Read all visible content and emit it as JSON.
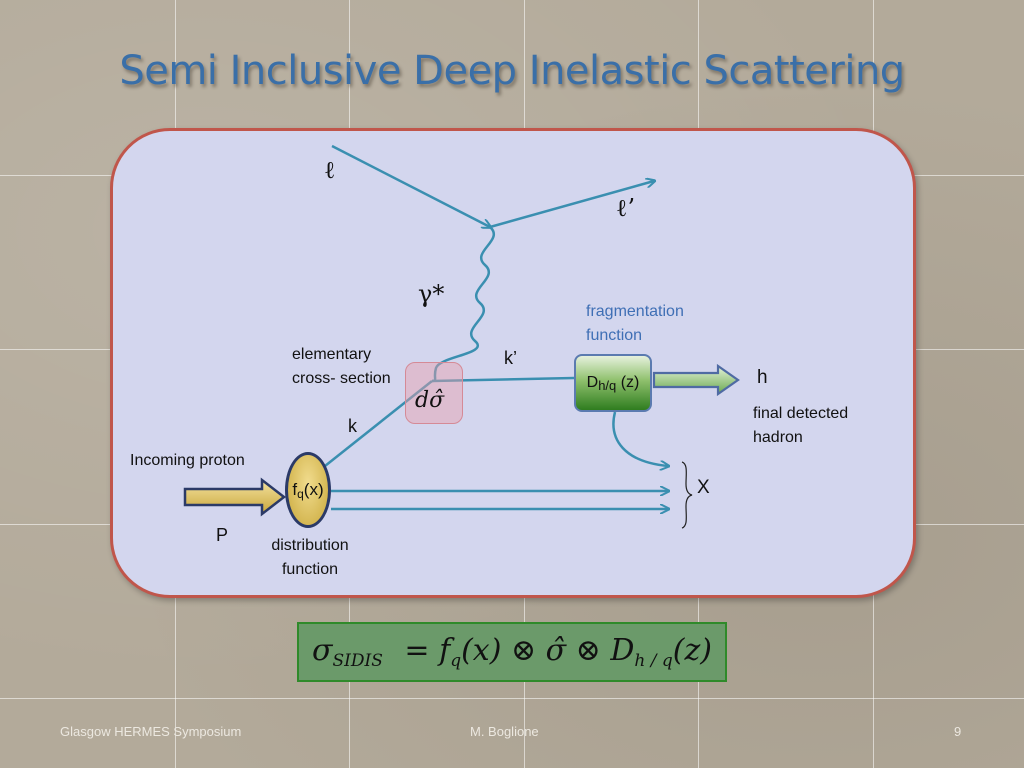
{
  "slide": {
    "title": "Semi Inclusive Deep Inelastic Scattering",
    "labels": {
      "lepton_in": "ℓ",
      "lepton_out": "ℓ’",
      "photon": "γ*",
      "fragmentation_line1": "fragmentation",
      "fragmentation_line2": "function",
      "elementary_line1": "elementary",
      "elementary_line2": "cross- section",
      "k_prime": "k’",
      "k": "k",
      "incoming_proton": "Incoming proton",
      "P": "P",
      "distribution_line1": "distribution",
      "distribution_line2": "function",
      "h": "h",
      "final_line1": "final detected",
      "final_line2": "hadron",
      "X": "X"
    },
    "parton_distribution": {
      "f": "f",
      "sub": "q",
      "arg": "(x)"
    },
    "fragmentation_box": {
      "D": "D",
      "sub": "h/q",
      "arg": " (z)"
    },
    "vertex_symbol": "dσ̂",
    "formula": {
      "sigma": "σ",
      "sigma_sub": "SIDIS",
      "rhs_f": "= f",
      "rhs_f_sub": "q",
      "rhs_x": "(x) ⊗ σ̂ ⊗ D",
      "rhs_D_sub": "h / q",
      "rhs_z": "(z)"
    }
  },
  "footer": {
    "left": "Glasgow HERMES Symposium",
    "center": "M. Boglione",
    "right": "9"
  },
  "colors": {
    "title": "#3a6fa8",
    "panel_border": "#c0564b",
    "panel_fill": "#d3d6ee",
    "lines": "#3a8fb0",
    "formula_fill": "#6b9a6a"
  }
}
